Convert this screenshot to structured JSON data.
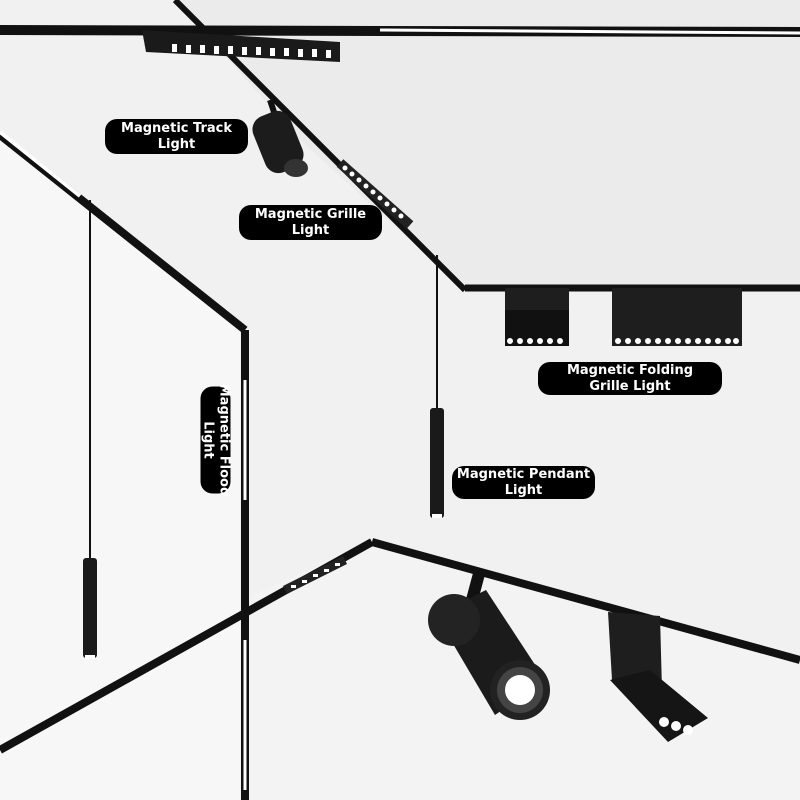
{
  "labels": {
    "track": [
      "Magnetic Track",
      "Light"
    ],
    "grille": [
      "Magnetic  Grille",
      "Light"
    ],
    "folding": [
      "Magnetic   Folding",
      "Grille   Light"
    ],
    "pendant": [
      "Magnetic Pendant",
      "Light"
    ],
    "flood": [
      "Magnetic Flood",
      "Light"
    ]
  },
  "colors": {
    "background": "#f1f1f1",
    "fixture": "#111111",
    "led": "#ffffff",
    "label_bg": "#000000",
    "label_text": "#ffffff"
  }
}
